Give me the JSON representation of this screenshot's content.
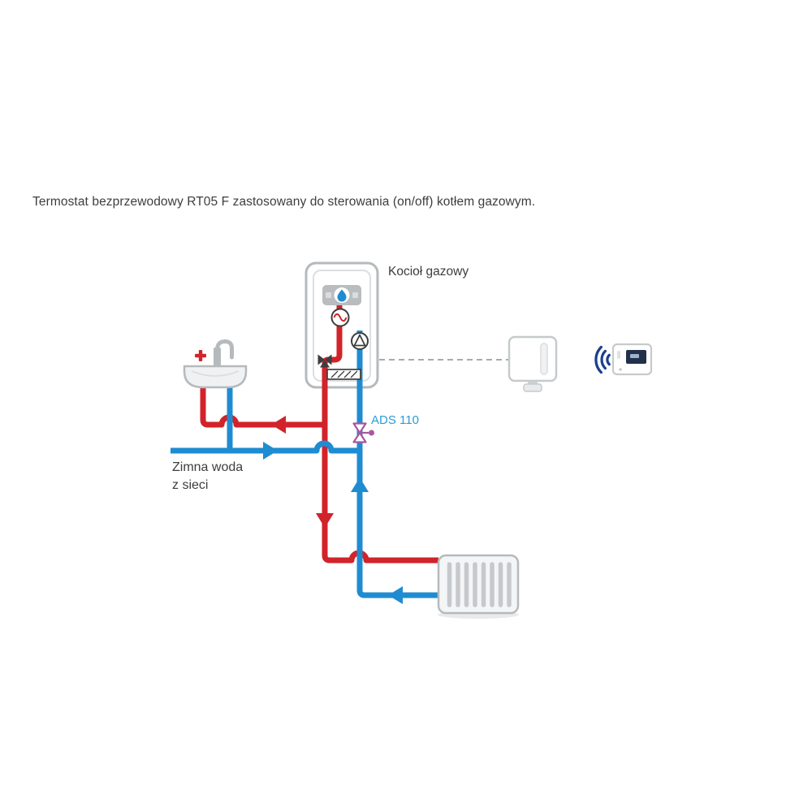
{
  "caption": "Termostat bezprzewodowy RT05 F zastosowany do sterowania (on/off) kotłem gazowym.",
  "labels": {
    "boiler": "Kocioł gazowy",
    "ads_valve": "ADS 110",
    "cold_water_line1": "Zimna woda",
    "cold_water_line2": "z sieci"
  },
  "colors": {
    "hot_pipe": "#d2232a",
    "cold_pipe": "#1f8cd2",
    "ads_purple": "#a8579e",
    "device_outline": "#b5babd",
    "signal_blue": "#1a3f8f",
    "dashed_line": "#a6abae",
    "text": "#3d3d3d",
    "label_blue": "#2b9cd8",
    "background": "#ffffff"
  },
  "icons": {
    "flame": "flame-icon",
    "wireless_signal": "wireless-signal-icon",
    "heat_exchanger": "heat-exchanger-icon",
    "pump": "pump-icon",
    "three_way_valve": "three-way-valve-icon",
    "hot_tap_handle": "hot-tap-cross-icon"
  }
}
